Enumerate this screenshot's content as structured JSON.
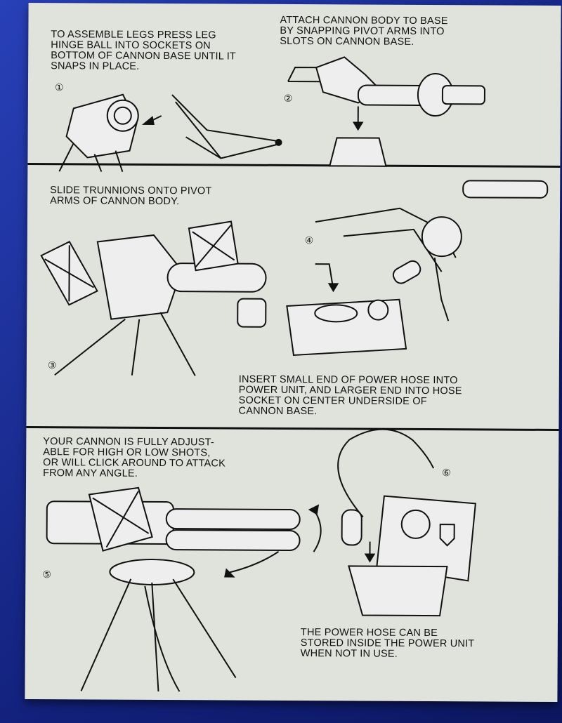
{
  "sheet": {
    "steps": [
      {
        "number": "①",
        "text": "To assemble legs press leg\nhinge ball into sockets on\nbottom of cannon base until it\nsnaps in place."
      },
      {
        "number": "②",
        "text": "Attach cannon body to base\nby snapping pivot arms into\nslots on cannon base."
      },
      {
        "number": "③",
        "text": "Slide trunnions onto pivot\narms of cannon body."
      },
      {
        "number": "④",
        "text": "Insert small end of power hose into\npower unit, and larger end into hose\nsocket on center underside of\ncannon base."
      },
      {
        "number": "⑤",
        "text": "Your cannon is fully adjust-\nable for high or low shots,\nor will click around to attack\nfrom any angle."
      },
      {
        "number": "⑥",
        "text": "The power hose can be\nstored inside the power unit\nwhen not in use."
      }
    ]
  }
}
